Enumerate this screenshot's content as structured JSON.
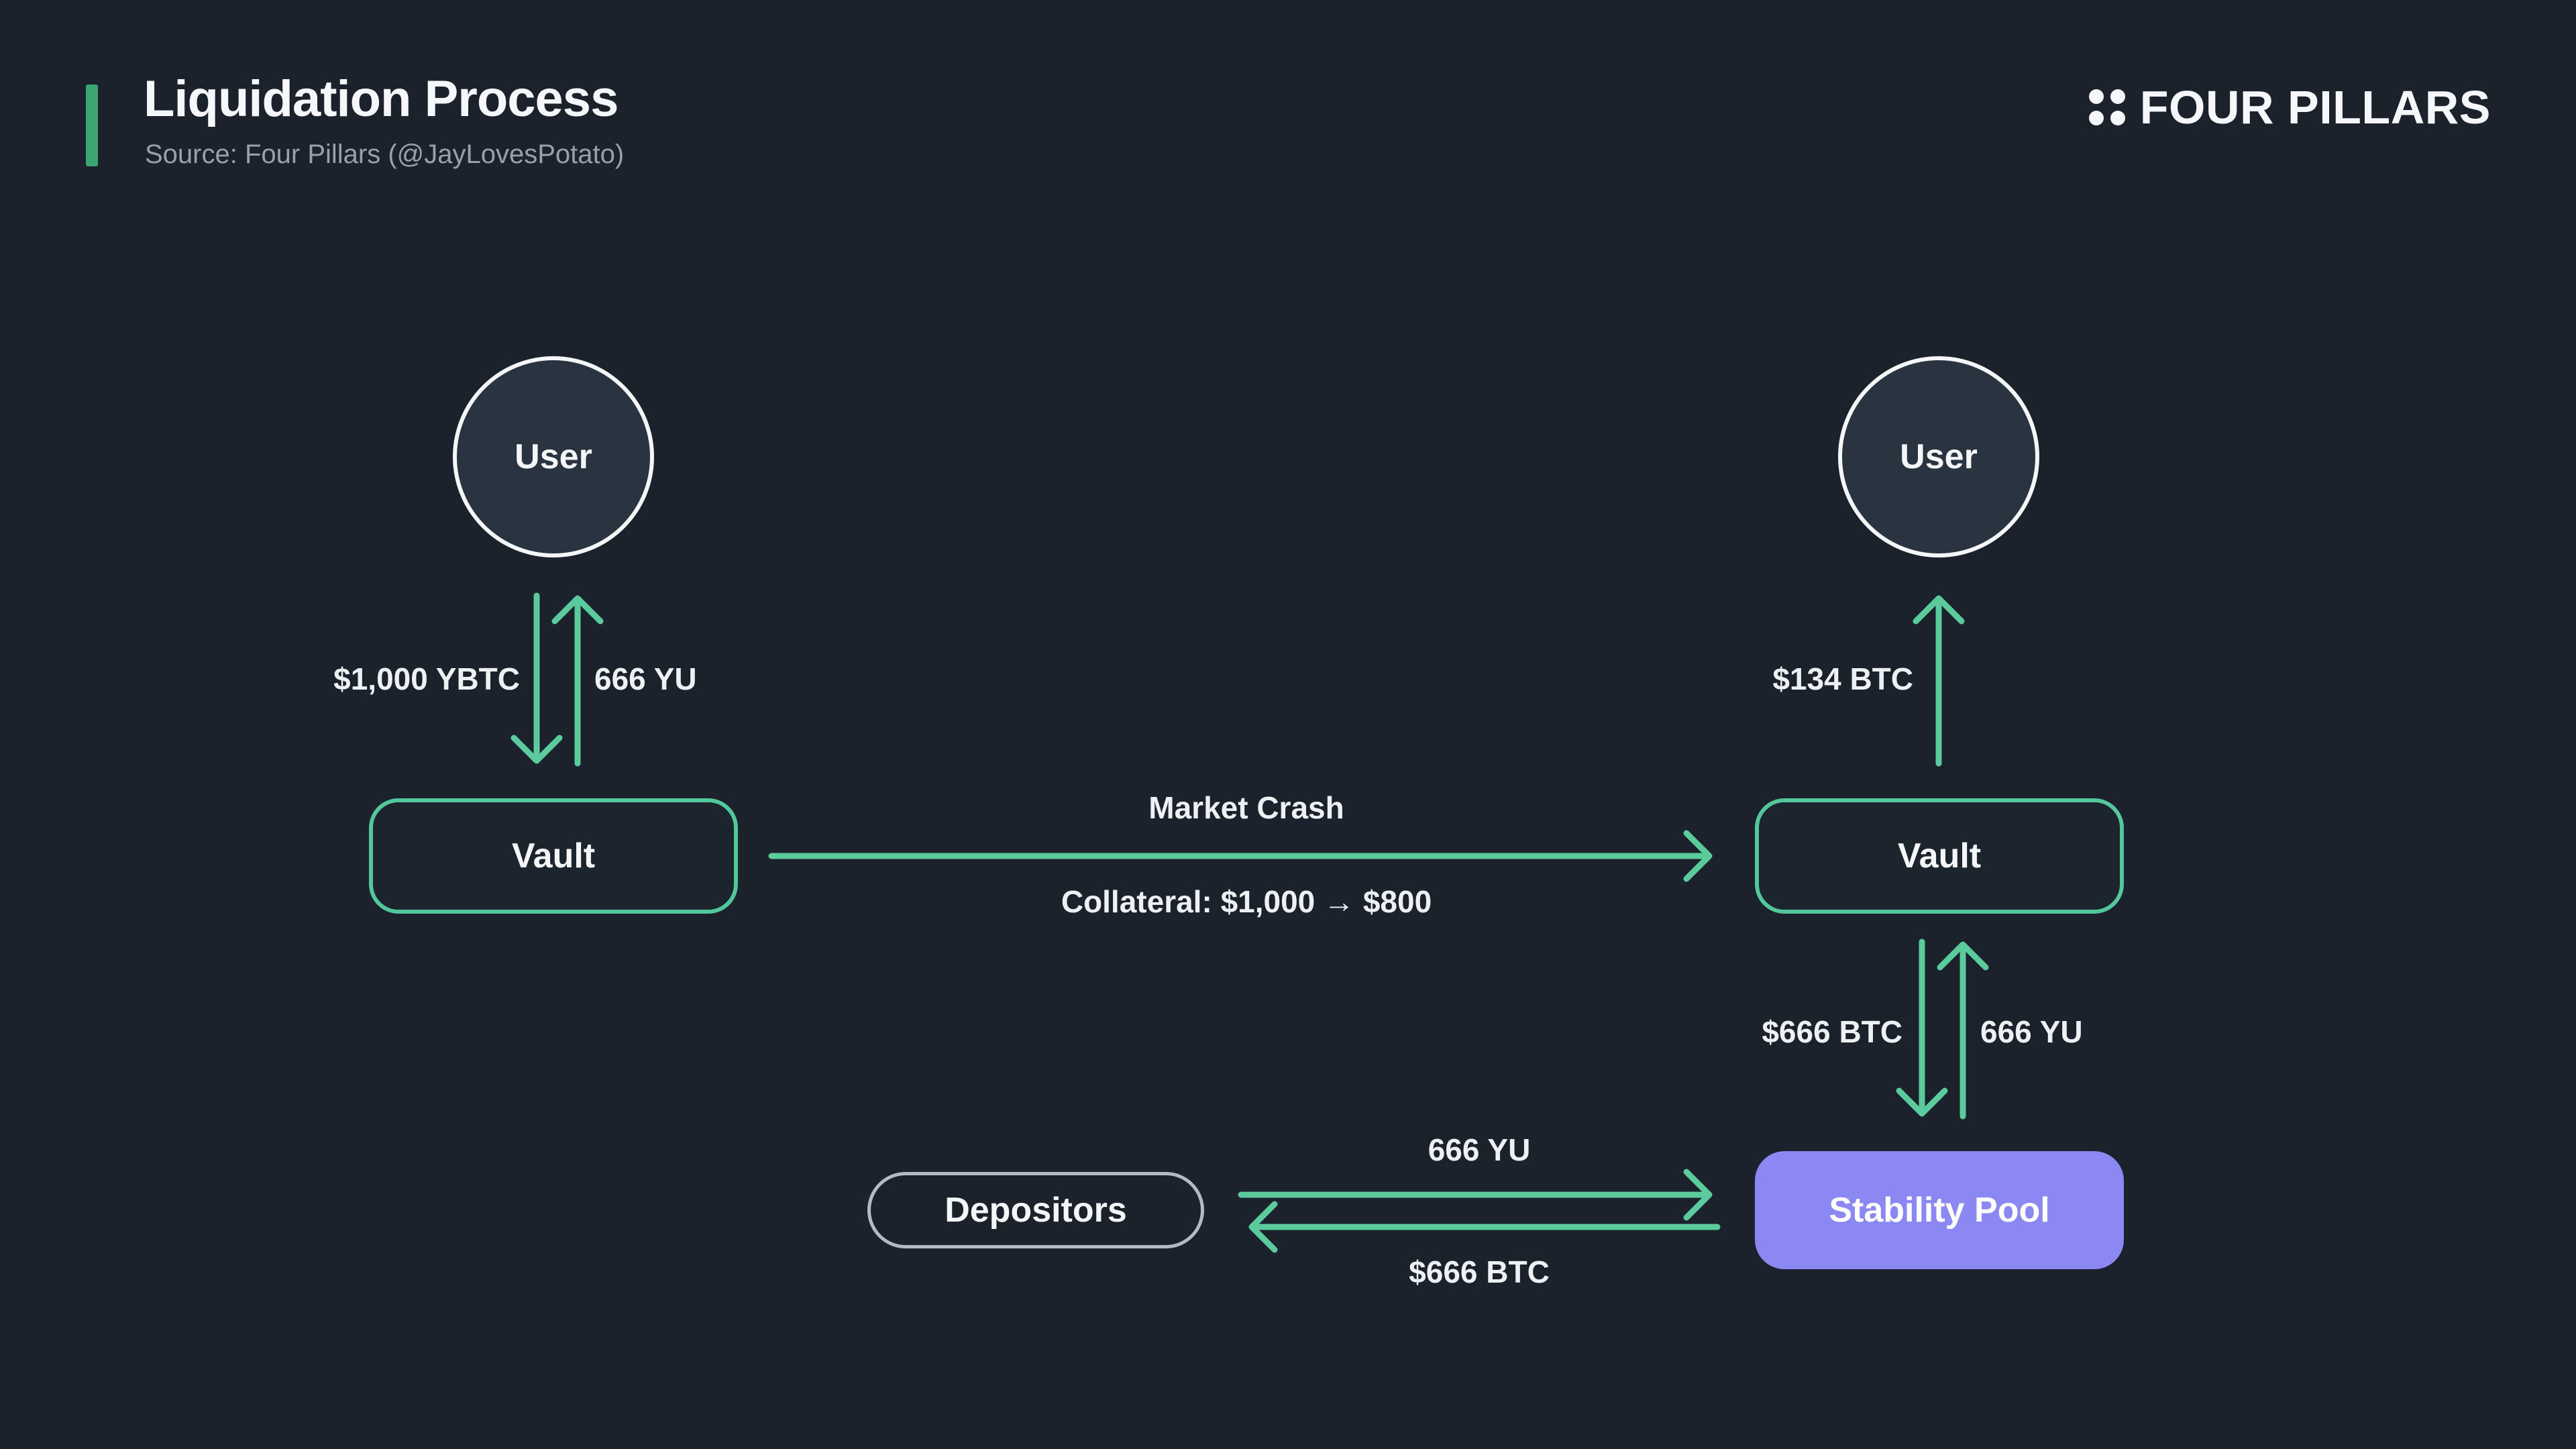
{
  "header": {
    "title": "Liquidation Process",
    "subtitle": "Source: Four Pillars (@JayLovesPotato)",
    "logo_text": "FOUR PILLARS"
  },
  "nodes": {
    "user_left": "User",
    "user_right": "User",
    "vault_left": "Vault",
    "vault_right": "Vault",
    "depositors": "Depositors",
    "stability_pool": "Stability Pool"
  },
  "labels": {
    "user_deposit": "$1,000 YBTC",
    "vault_mint": "666 YU",
    "market_crash": "Market Crash",
    "collateral_change": "Collateral: $1,000 → $800",
    "vault_return": "$134 BTC",
    "liquidation_btc": "$666 BTC",
    "liquidation_yu": "666 YU",
    "depositor_yu": "666 YU",
    "depositor_btc": "$666 BTC"
  },
  "colors": {
    "background": "#1b222b",
    "arrow_green": "#5bcb9e",
    "accent_green": "#3ba671",
    "pool_purple": "#8b87f3",
    "node_fill": "#2a3340",
    "pill_border": "#b4bac2",
    "subtitle_gray": "#97a0ab",
    "text_white": "#f5f7fa"
  }
}
